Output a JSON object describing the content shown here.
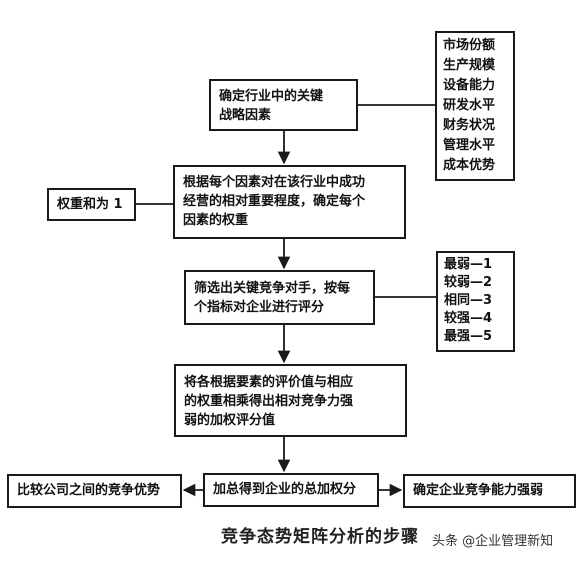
{
  "main_steps": [
    {
      "lines": [
        "确定行业中的关键",
        "战略因素"
      ]
    },
    {
      "lines": [
        "根据每个因素对在该行业中成功",
        "经营的相对重要程度，确定每个",
        "因素的权重"
      ]
    },
    {
      "lines": [
        "筛选出关键竞争对手，按每",
        "个指标对企业进行评分"
      ]
    },
    {
      "lines": [
        "将各根据要素的评价值与相应",
        "的权重相乘得出相对竞争力强",
        "弱的加权评分值"
      ]
    },
    {
      "lines": [
        "加总得到企业的总加权分"
      ]
    }
  ],
  "side_boxes": {
    "factors": [
      "市场份额",
      "生产规模",
      "设备能力",
      "研发水平",
      "财务状况",
      "管理水平",
      "成本优势"
    ],
    "weight": "权重和为 1",
    "scale": [
      "最弱—1",
      "较弱—2",
      "相同—3",
      "较强—4",
      "最强—5"
    ],
    "compare": "比较公司之间的竞争优势",
    "confirm": "确定企业竞争能力强弱"
  },
  "caption": "竞争态势矩阵分析的步骤",
  "watermark": "头条 @企业管理新知"
}
